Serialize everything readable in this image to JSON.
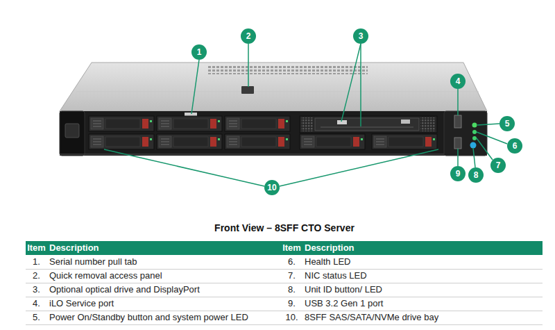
{
  "diagram": {
    "title": "Front View – 8SFF CTO Server",
    "nodes": [
      {
        "text": [
          "1"
        ]
      },
      {
        "text": [
          "2"
        ]
      },
      {
        "text": [
          "3"
        ]
      },
      {
        "text": [
          "4"
        ]
      },
      {
        "text": [
          "5"
        ]
      },
      {
        "text": [
          "6"
        ]
      },
      {
        "text": [
          "7"
        ]
      },
      {
        "text": [
          "8"
        ]
      },
      {
        "text": [
          "9"
        ]
      },
      {
        "text": [
          "10"
        ]
      }
    ],
    "labels": [
      "Item",
      "Description",
      "Item",
      "Description",
      "1.",
      "Serial number pull tab",
      "6.",
      "Health LED",
      "2.",
      "Quick removal access panel",
      "7.",
      "NIC status LED",
      "3.",
      "Optional optical drive and DisplayPort",
      "8.",
      "Unit ID button/ LED",
      "4.",
      "iLO Service port",
      "9.",
      "USB 3.2 Gen 1 port",
      "5.",
      "Power On/Standby button and system power LED",
      "10.",
      "8SFF SAS/SATA/NVMe drive bay"
    ]
  }
}
